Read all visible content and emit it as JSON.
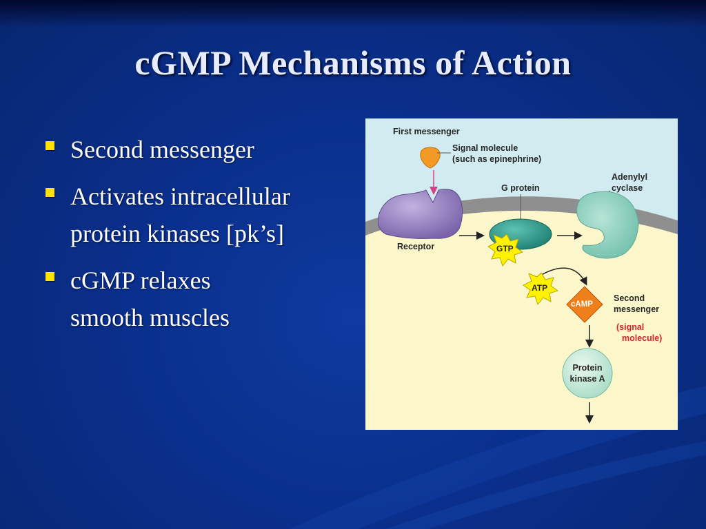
{
  "slide": {
    "title": "cGMP Mechanisms of Action",
    "bullets": [
      {
        "lines": [
          "Second messenger"
        ]
      },
      {
        "lines": [
          "Activates intracellular",
          "protein kinases [pk’s]"
        ]
      },
      {
        "lines": [
          "cGMP relaxes",
          "smooth muscles"
        ]
      }
    ]
  },
  "figure": {
    "first_messenger": "First messenger",
    "signal_molecule": [
      "Signal molecule",
      "(such as epinephrine)"
    ],
    "g_protein": "G protein",
    "adenylyl_cyclase": [
      "Adenylyl",
      "cyclase"
    ],
    "receptor": "Receptor",
    "gtp": "GTP",
    "atp": "ATP",
    "camp": "cAMP",
    "second_messenger": [
      "Second",
      "messenger"
    ],
    "signal_molecule_note": [
      "(signal",
      "molecule)"
    ],
    "protein_kinase": [
      "Protein",
      "kinase A"
    ]
  },
  "colors": {
    "background": "#0a2f8c",
    "title_text": "#e8ecff",
    "bullet_marker": "#ffe400",
    "bullet_text": "#ffffff",
    "extracellular": "#d2ebf0",
    "cytoplasm": "#fcf6cb",
    "membrane": "#8f8f8f",
    "receptor": "#9b87c4",
    "g_protein": "#2f9e8f",
    "adenylyl_cyclase": "#9ad4c4",
    "signal_molecule": "#f39a25",
    "gtp_atp_burst": "#fff200",
    "camp": "#ef7f1a",
    "protein_kinase": "#c5ead9",
    "note_red": "#d4262c"
  }
}
